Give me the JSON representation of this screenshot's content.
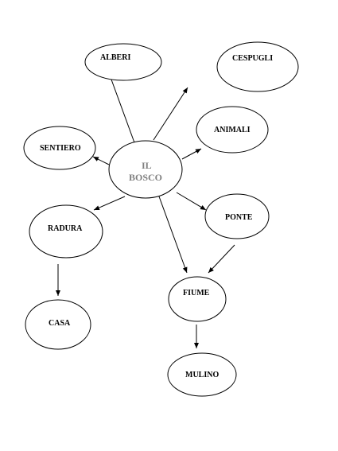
{
  "diagram": {
    "center": {
      "line1": "IL",
      "line2": "BOSCO"
    },
    "nodes": {
      "alberi": "ALBERI",
      "cespugli": "CESPUGLI",
      "animali": "ANIMALI",
      "sentiero": "SENTIERO",
      "ponte": "PONTE",
      "radura": "RADURA",
      "fiume": "FIUME",
      "casa": "CASA",
      "mulino": "MULINO"
    },
    "connections": [
      {
        "from": "IL BOSCO",
        "to": "ALBERI",
        "arrow": false
      },
      {
        "from": "IL BOSCO",
        "to": "CESPUGLI",
        "arrow": true
      },
      {
        "from": "IL BOSCO",
        "to": "ANIMALI",
        "arrow": true
      },
      {
        "from": "IL BOSCO",
        "to": "SENTIERO",
        "arrow": true
      },
      {
        "from": "IL BOSCO",
        "to": "PONTE",
        "arrow": true
      },
      {
        "from": "IL BOSCO",
        "to": "RADURA",
        "arrow": true
      },
      {
        "from": "IL BOSCO",
        "to": "FIUME",
        "arrow": true
      },
      {
        "from": "PONTE",
        "to": "FIUME",
        "arrow": true
      },
      {
        "from": "RADURA",
        "to": "CASA",
        "arrow": true
      },
      {
        "from": "FIUME",
        "to": "MULINO",
        "arrow": true
      }
    ]
  }
}
